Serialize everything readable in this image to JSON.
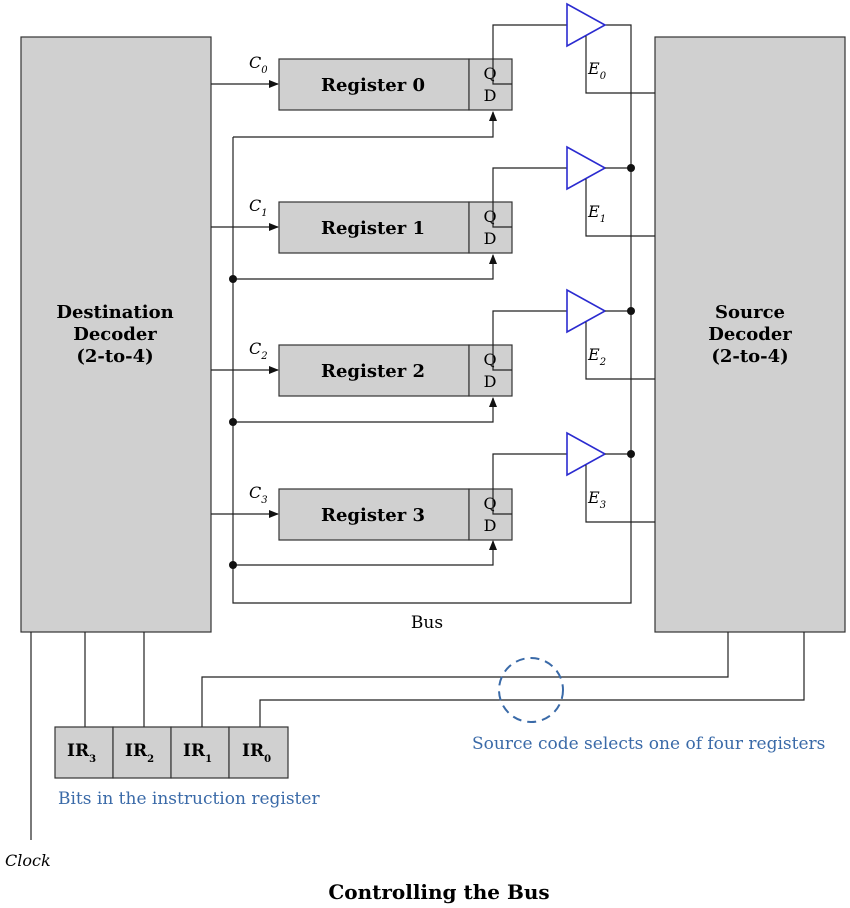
{
  "destination_decoder": {
    "line1": "Destination",
    "line2": "Decoder",
    "line3": "(2-to-4)"
  },
  "source_decoder": {
    "line1": "Source",
    "line2": "Decoder",
    "line3": "(2-to-4)"
  },
  "registers": [
    {
      "label": "Register 0",
      "q": "Q",
      "d": "D",
      "c_base": "C",
      "c_sub": "0",
      "e_base": "E",
      "e_sub": "0"
    },
    {
      "label": "Register 1",
      "q": "Q",
      "d": "D",
      "c_base": "C",
      "c_sub": "1",
      "e_base": "E",
      "e_sub": "1"
    },
    {
      "label": "Register 2",
      "q": "Q",
      "d": "D",
      "c_base": "C",
      "c_sub": "2",
      "e_base": "E",
      "e_sub": "2"
    },
    {
      "label": "Register 3",
      "q": "Q",
      "d": "D",
      "c_base": "C",
      "c_sub": "3",
      "e_base": "E",
      "e_sub": "3"
    }
  ],
  "bus_label": "Bus",
  "instruction_register": {
    "cells": [
      {
        "base": "IR",
        "sub": "3"
      },
      {
        "base": "IR",
        "sub": "2"
      },
      {
        "base": "IR",
        "sub": "1"
      },
      {
        "base": "IR",
        "sub": "0"
      }
    ],
    "caption": "Bits in the instruction register"
  },
  "source_note": "Source code selects one of four registers",
  "clock_label": "Clock",
  "title": "Controlling the Bus",
  "colors": {
    "buffer": "#2b2bd0",
    "note": "#3a6aa8",
    "box_fill": "#d0d0d0"
  }
}
